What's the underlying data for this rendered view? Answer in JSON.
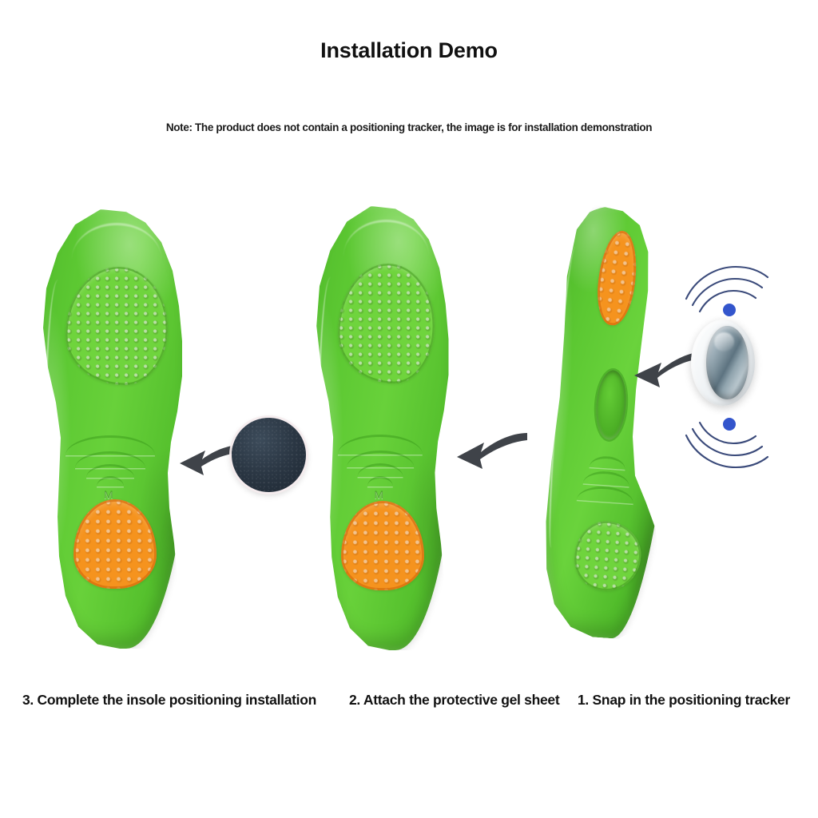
{
  "page": {
    "title": "Installation Demo",
    "note": "Note: The product does not contain a positioning tracker, the image is for installation demonstration",
    "background_color": "#ffffff"
  },
  "colors": {
    "insole_green": "#5cc832",
    "insole_green_dark": "#3f9d21",
    "forefoot_pad_green": "#6fd43d",
    "heel_pad_orange": "#f5931e",
    "heel_pad_orange_edge": "#d66c0a",
    "gel_pad_dark": "#2b3744",
    "tracker_chrome": "#8c9aa3",
    "device_white": "#ffffff",
    "wifi_arc_blue": "#3a4a7a",
    "wifi_dot_blue": "#3355cc",
    "arrow_gray": "#3f4349",
    "text_black": "#111111"
  },
  "steps": [
    {
      "id": "step-3",
      "caption": "3. Complete the insole positioning installation",
      "view": "top-view",
      "size_mark": "M",
      "components": [
        "green-insole",
        "forefoot-gel-pad",
        "dark-gel-sheet",
        "orange-heel-pad"
      ]
    },
    {
      "id": "step-2",
      "caption": "2. Attach the protective gel sheet",
      "view": "top-view",
      "size_mark": "M",
      "components": [
        "green-insole",
        "forefoot-gel-pad",
        "chrome-tracker",
        "orange-heel-pad"
      ]
    },
    {
      "id": "step-1",
      "caption": "1. Snap in the positioning tracker",
      "view": "side-perspective-view",
      "components": [
        "green-insole",
        "orange-heel-pad",
        "tracker-socket",
        "forefoot-gel-pad"
      ]
    }
  ],
  "parts": {
    "gel_disc": {
      "name": "protective-gel-sheet",
      "color": "#2b3744",
      "shape": "circle"
    },
    "tracker_device": {
      "name": "positioning-tracker",
      "body_color": "#ffffff",
      "lens_color": "#8c9aa3",
      "shape": "oval-puck"
    },
    "wifi_top": {
      "name": "wifi-signal-up",
      "arcs": 3,
      "direction": "up"
    },
    "wifi_bottom": {
      "name": "wifi-signal-down",
      "arcs": 3,
      "direction": "down"
    }
  },
  "arrows": [
    {
      "id": "arrow-gel-to-insole",
      "direction": "left",
      "from": "gel-disc",
      "to": "step-3-insole"
    },
    {
      "id": "arrow-insole2-to-gel",
      "direction": "left",
      "from": "step-2-insole",
      "to": "gel-disc"
    },
    {
      "id": "arrow-tracker-to-socket",
      "direction": "left",
      "from": "tracker-device",
      "to": "step-1-socket"
    }
  ]
}
